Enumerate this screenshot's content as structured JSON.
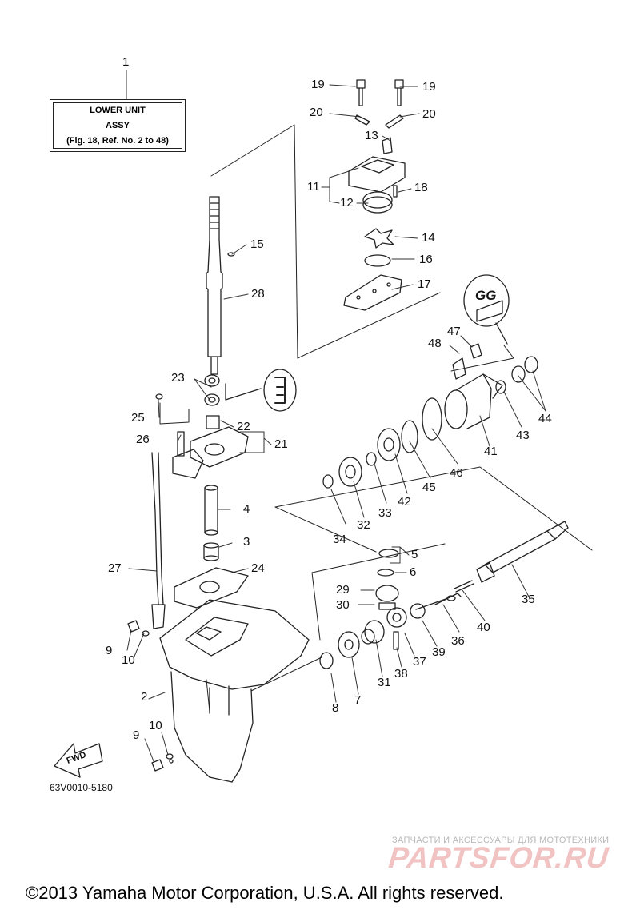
{
  "label_box": {
    "lines": [
      "LOWER UNIT",
      "ASSY",
      "(Fig. 18, Ref. No. 2 to 48)"
    ]
  },
  "diagram_code": "63V0010-5180",
  "fwd_label": "FWD",
  "gg_label": "GG",
  "watermark": {
    "tagline": "ЗАПЧАСТИ И АКСЕССУАРЫ ДЛЯ МОТОТЕХНИКИ",
    "logo": "PARTSFOR.RU"
  },
  "copyright": "©2013 Yamaha Motor Corporation, U.S.A. All rights reserved.",
  "callouts": {
    "c1": "1",
    "c2": "2",
    "c3": "3",
    "c4": "4",
    "c5": "5",
    "c6": "6",
    "c7": "7",
    "c8": "8",
    "c9a": "9",
    "c9b": "9",
    "c10a": "10",
    "c10b": "10",
    "c11": "11",
    "c12": "12",
    "c13": "13",
    "c14": "14",
    "c15": "15",
    "c16": "16",
    "c17": "17",
    "c18": "18",
    "c19a": "19",
    "c19b": "19",
    "c20a": "20",
    "c20b": "20",
    "c21": "21",
    "c22": "22",
    "c23": "23",
    "c24": "24",
    "c25": "25",
    "c26": "26",
    "c27": "27",
    "c28": "28",
    "c29": "29",
    "c30": "30",
    "c31": "31",
    "c32": "32",
    "c33": "33",
    "c34": "34",
    "c35": "35",
    "c36": "36",
    "c37": "37",
    "c38": "38",
    "c39": "39",
    "c40": "40",
    "c41": "41",
    "c42": "42",
    "c43": "43",
    "c44": "44",
    "c45": "45",
    "c46": "46",
    "c47": "47",
    "c48": "48"
  }
}
